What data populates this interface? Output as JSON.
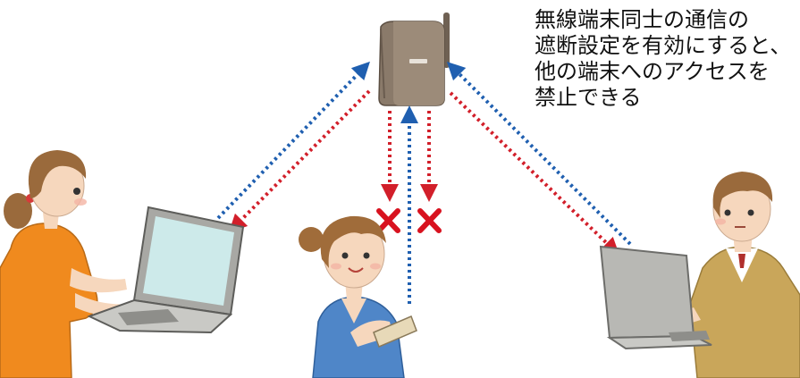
{
  "caption": {
    "lines": [
      "無線端末同士の通信の",
      "遮断設定を有効にすると、",
      "他の端末へのアクセスを",
      "禁止できる"
    ]
  },
  "icons": {
    "router": "wireless-router-icon",
    "blocked": "x-mark-icon"
  },
  "colors": {
    "signal_blue": "#1f5fb0",
    "signal_red": "#d21f2a",
    "blocked_mark": "#d8121f",
    "router_body": "#7c6d5f",
    "laptop_screen": "#cdeaea",
    "laptop_gray": "#b8b8b4",
    "woman_shirt": "#f08a1e",
    "woman2_shirt": "#4f86c8",
    "man_jacket": "#c9a65a"
  }
}
